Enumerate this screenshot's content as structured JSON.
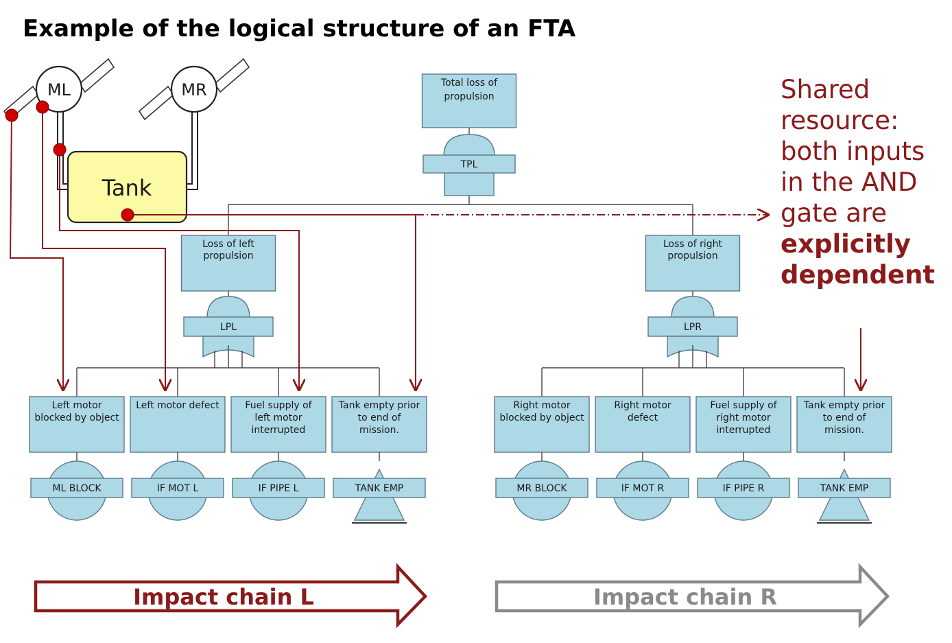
{
  "title": "Example of the logical structure of an FTA",
  "note": {
    "lines": [
      "Shared",
      "resource:",
      "both inputs",
      "in the AND",
      "gate are"
    ],
    "bold_lines": [
      "explicitly",
      "dependent"
    ]
  },
  "physical": {
    "motor_left": "ML",
    "motor_right": "MR",
    "tank": "Tank"
  },
  "top_event": {
    "text": [
      "Total loss of",
      "propulsion"
    ],
    "gate": "TPL"
  },
  "left_event": {
    "text": [
      "Loss of left",
      "propulsion"
    ],
    "gate": "LPL"
  },
  "right_event": {
    "text": [
      "Loss of right",
      "propulsion"
    ],
    "gate": "LPR"
  },
  "left_basic": [
    {
      "text": [
        "Left motor",
        "blocked by object"
      ],
      "code": "ML BLOCK",
      "shape": "circle"
    },
    {
      "text": [
        "Left motor defect"
      ],
      "code": "IF MOT L",
      "shape": "circle"
    },
    {
      "text": [
        "Fuel supply of",
        "left motor",
        "interrupted"
      ],
      "code": "IF PIPE L",
      "shape": "circle"
    },
    {
      "text": [
        "Tank empty prior",
        "to end of",
        "mission."
      ],
      "code": "TANK EMP",
      "shape": "triangle"
    }
  ],
  "right_basic": [
    {
      "text": [
        "Right motor",
        "blocked by object"
      ],
      "code": "MR BLOCK",
      "shape": "circle"
    },
    {
      "text": [
        "Right motor",
        "defect"
      ],
      "code": "IF MOT R",
      "shape": "circle"
    },
    {
      "text": [
        "Fuel supply of",
        "right motor",
        "interrupted"
      ],
      "code": "IF PIPE R",
      "shape": "circle"
    },
    {
      "text": [
        "Tank empty prior",
        "to end of",
        "mission."
      ],
      "code": "TANK EMP",
      "shape": "triangle"
    }
  ],
  "impact_left": "Impact chain L",
  "impact_right": "Impact chain R",
  "colors": {
    "box_fill": "#add8e6",
    "box_stroke": "#5a7a8a",
    "dark_red": "#8b1a1a",
    "tank_fill": "#fdfaa6",
    "gray": "#8a8a8a"
  }
}
